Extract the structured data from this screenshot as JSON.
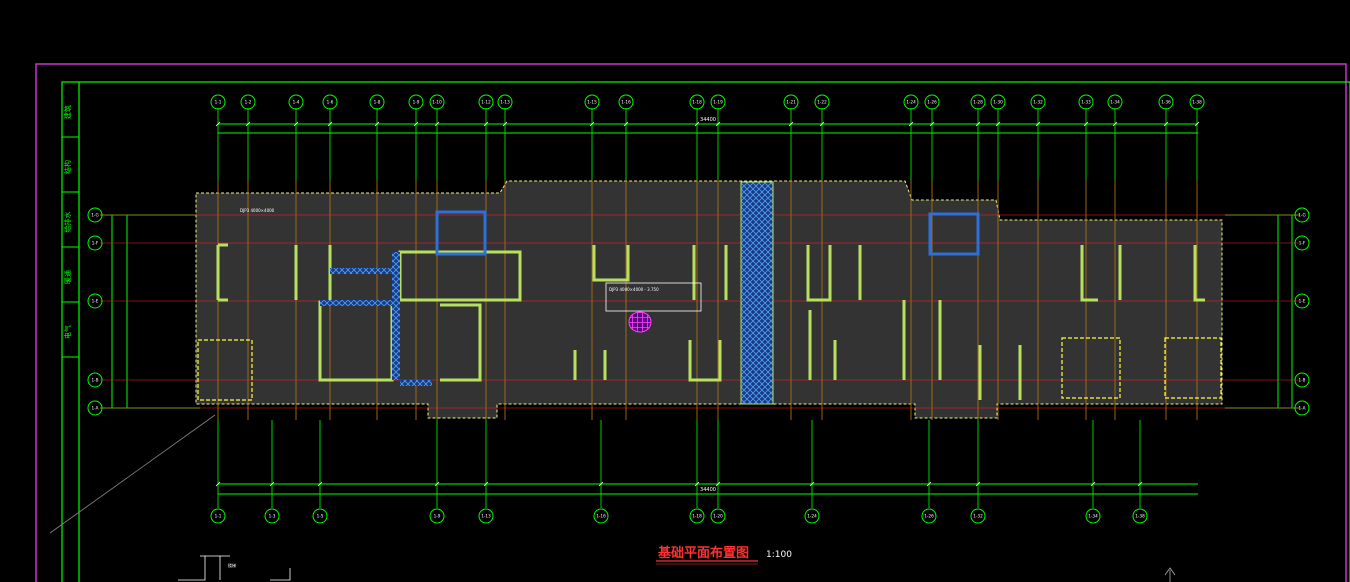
{
  "drawing": {
    "title": "基础平面布置图",
    "scale": "1:100"
  },
  "title_block": {
    "cells": [
      "建筑",
      "结构",
      "给排水",
      "暖通",
      "电气"
    ]
  },
  "colors": {
    "background": "#000000",
    "frame": "#cc33cc",
    "grid": "#00ff00",
    "axis_red": "#ff2020",
    "slab": "#333333",
    "wall": "#b8e060",
    "hatch": "#2f6fd8",
    "text": "#ffffff",
    "title_red": "#ff3030"
  },
  "top_axes": [
    "1-1",
    "1-2",
    "1-4",
    "1-6",
    "1-8",
    "1-9",
    "1-10",
    "1-12",
    "1-13",
    "1-15",
    "1-16",
    "1-18",
    "1-19",
    "1-21",
    "1-22",
    "1-24",
    "1-26",
    "1-28",
    "1-30",
    "1-32",
    "1-33",
    "1-34",
    "1-36",
    "1-38"
  ],
  "bottom_axes": [
    "1-1",
    "1-3",
    "1-5",
    "1-9",
    "1-13",
    "1-16",
    "1-18",
    "1-20",
    "1-24",
    "1-26",
    "1-32",
    "1-34",
    "1-38"
  ],
  "left_axes": [
    "1-G",
    "1-F",
    "1-E",
    "1-B",
    "1-A"
  ],
  "right_axes": [
    "1-G",
    "1-F",
    "1-E",
    "1-B",
    "1-A"
  ],
  "dims_top_total": "34400",
  "dims_bottom_total": "34400",
  "notes": {
    "pit_label": "DJP3 4000×4000",
    "center_note": "DJP3 4000×4000 - 3.750",
    "stair_note": "楼梯"
  }
}
